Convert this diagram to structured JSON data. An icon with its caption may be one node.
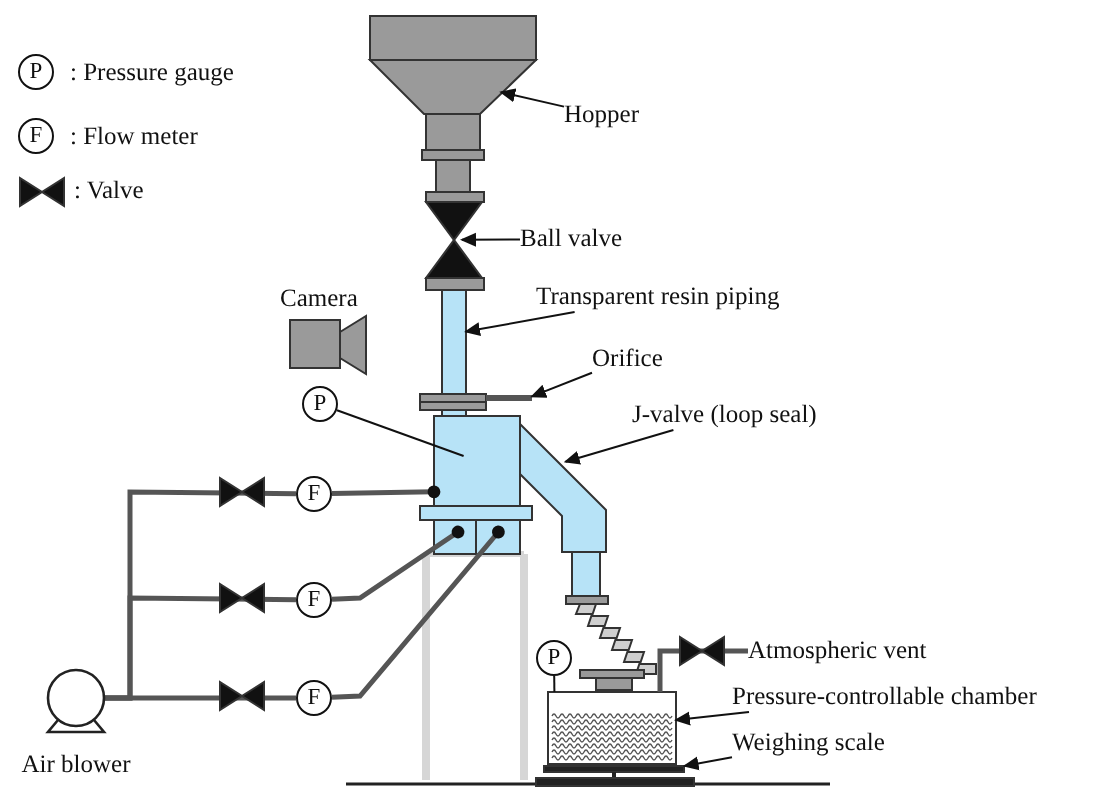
{
  "diagram": {
    "nodes": [
      {
        "text": [
          "P"
        ],
        "beside": [
          ": Pressure gauge"
        ]
      },
      {
        "text": [
          "F"
        ],
        "beside": [
          ": Flow meter"
        ]
      },
      {
        "text": [
          "Hopper"
        ]
      },
      {
        "text": [
          "Ball valve"
        ]
      },
      {
        "text": [
          "Camera"
        ]
      },
      {
        "text": [
          "Transparent resin piping"
        ]
      },
      {
        "text": [
          "Orifice"
        ]
      },
      {
        "text": [
          "J-valve (loop seal)"
        ]
      },
      {
        "text": [
          "Atmospheric vent"
        ]
      },
      {
        "text": [
          "Pressure-controllable chamber"
        ]
      },
      {
        "text": [
          "Weighing scale"
        ]
      },
      {
        "text": [
          "P"
        ]
      },
      {
        "text": [
          "F"
        ]
      },
      {
        "text": [
          "F"
        ]
      },
      {
        "text": [
          "F"
        ]
      },
      {
        "text": [
          "P"
        ]
      },
      {
        "text": [
          "Air blower"
        ]
      },
      {
        "text": [],
        "shape": "funnel"
      },
      {
        "text": [],
        "shape": "valve"
      },
      {
        "text": [],
        "shape": "pipe"
      },
      {
        "text": [],
        "shape": "plate"
      },
      {
        "text": [],
        "shape": "box"
      },
      {
        "text": [],
        "shape": "pipe"
      },
      {
        "text": [],
        "shape": "box"
      },
      {
        "text": [],
        "shape": "bar"
      }
    ],
    "edges": [
      {
        "from": 2,
        "to": 17,
        "arrow": "to"
      },
      {
        "from": 3,
        "to": 18,
        "arrow": "to"
      },
      {
        "from": 5,
        "to": 19,
        "arrow": "to"
      },
      {
        "from": 6,
        "to": 20,
        "arrow": "to"
      },
      {
        "from": 7,
        "to": 22,
        "arrow": "to"
      },
      {
        "from": 9,
        "to": 23,
        "arrow": "to"
      },
      {
        "from": 10,
        "to": 24,
        "arrow": "to"
      },
      {
        "from": 11,
        "to": 21,
        "arrow": "none"
      },
      {
        "from": 12,
        "to": 21,
        "arrow": "other",
        "style": "thick"
      },
      {
        "from": 13,
        "to": 21,
        "arrow": "other",
        "style": "thick"
      },
      {
        "from": 14,
        "to": 21,
        "arrow": "other",
        "style": "thick"
      },
      {
        "from": 16,
        "to": 12,
        "arrow": "none",
        "style": "thick"
      },
      {
        "from": 16,
        "to": 13,
        "arrow": "none",
        "style": "thick"
      },
      {
        "from": 16,
        "to": 14,
        "arrow": "none",
        "style": "thick"
      },
      {
        "from": 15,
        "to": 23,
        "arrow": "none"
      },
      {
        "from": 23,
        "to": 8,
        "arrow": "none",
        "style": "thick"
      }
    ],
    "legend": [
      {
        "text": ": Valve"
      }
    ]
  }
}
